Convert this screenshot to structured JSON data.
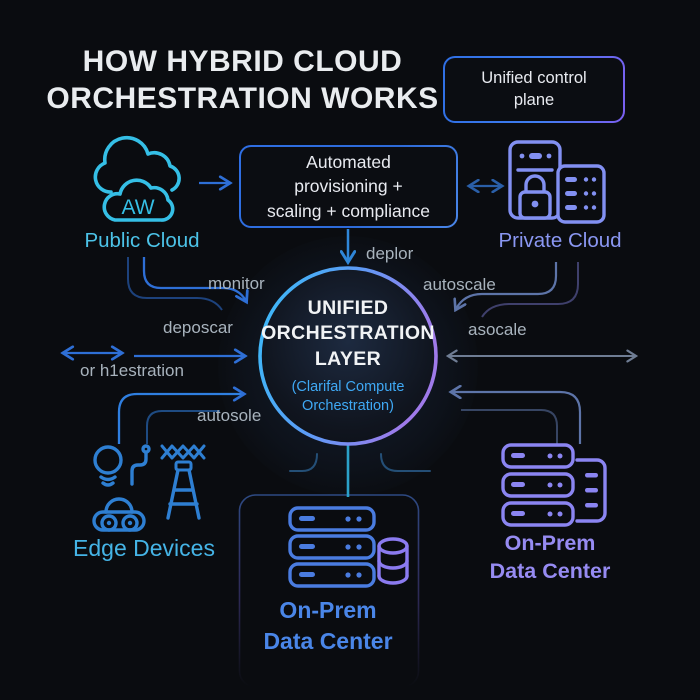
{
  "title": {
    "lines": [
      "HOW HYBRID CLOUD",
      "ORCHESTRATION WORKS"
    ]
  },
  "control_plane": {
    "lines": [
      "Unified control",
      "plane"
    ]
  },
  "automation": {
    "lines": [
      "Automated",
      "provisioning +",
      "scaling + compliance"
    ]
  },
  "core": {
    "title_lines": [
      "UNIFIED",
      "ORCHESTRATION",
      "LAYER"
    ],
    "subtitle_lines": [
      "(Clarifal Compute",
      "Orchestration)"
    ]
  },
  "nodes": {
    "public_cloud": {
      "label": "Public Cloud",
      "badge": "AW"
    },
    "private_cloud": {
      "label": "Private Cloud"
    },
    "edge_devices": {
      "label": "Edge Devices"
    },
    "onprem_center": {
      "lines": [
        "On-Prem",
        "Data Center"
      ]
    },
    "onprem_right": {
      "lines": [
        "On-Prem",
        "Data Center"
      ]
    }
  },
  "flow_labels": {
    "deploy": "deplor",
    "monitor": "monitor",
    "autoscale": "autoscale",
    "deposcar": "deposcar",
    "asocale": "asocale",
    "orchestration": "or h1estration",
    "autosole": "autosole"
  },
  "colors": {
    "background": "#0a0c10",
    "accent_cyan": "#38bdf8",
    "accent_purple": "#9f7aea",
    "public_cloud_cyan": "#35bfe6",
    "private_cloud_periwinkle": "#8290f2",
    "edge_blue": "#2e7fd2",
    "onprem_center_blue": "#4a7ce0",
    "onprem_right_purple": "#8b85f2",
    "flow_label_gray": "#a8b3bd"
  }
}
